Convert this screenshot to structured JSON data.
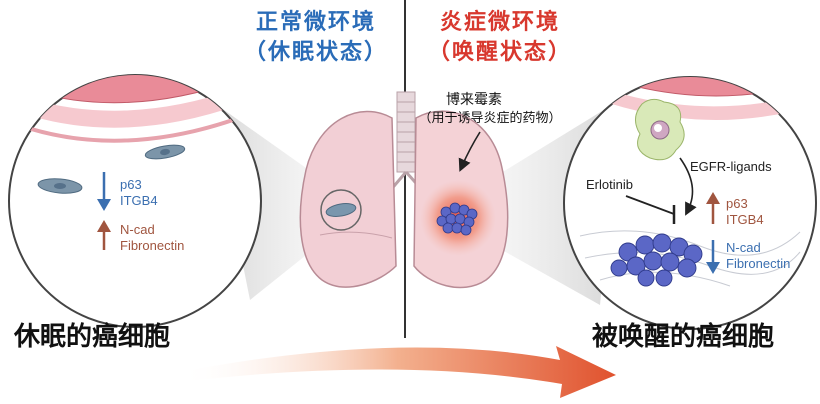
{
  "titles": {
    "left_line1": "正常微环境",
    "left_line2": "（休眠状态）",
    "right_line1": "炎症微环境",
    "right_line2": "（唤醒状态）"
  },
  "left_panel": {
    "marker_down_1": "p63",
    "marker_down_2": "ITGB4",
    "marker_up_1": "N-cad",
    "marker_up_2": "Fibronectin",
    "caption": "休眠的癌细胞"
  },
  "center": {
    "drug_name": "博来霉素",
    "drug_note": "（用于诱导炎症的药物）"
  },
  "right_panel": {
    "inhibitor": "Erlotinib",
    "ligands": "EGFR-ligands",
    "marker_up_1": "p63",
    "marker_up_2": "ITGB4",
    "marker_down_1": "N-cad",
    "marker_down_2": "Fibronectin",
    "caption": "被唤醒的癌细胞"
  },
  "colors": {
    "normal_blue": "#2a6cb8",
    "inflamed_red": "#d8382e",
    "down_arrow": "#3b6fb0",
    "up_arrow": "#a0553f",
    "tissue_pink": "#f2c9cf",
    "cell_purple": "#5a66c2"
  }
}
